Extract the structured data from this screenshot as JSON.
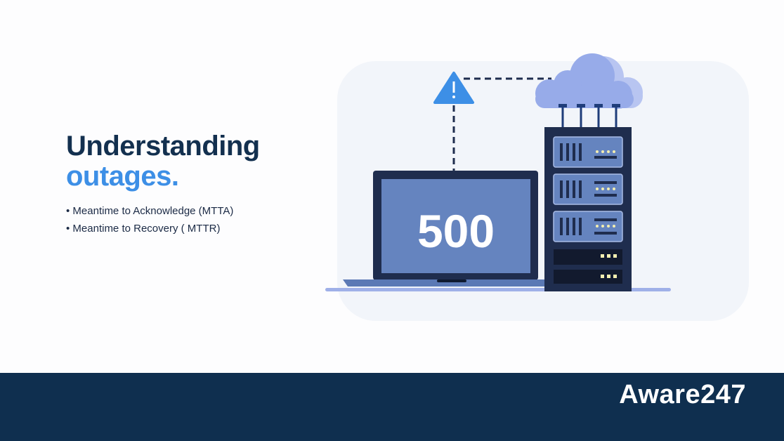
{
  "heading": {
    "line1": "Understanding",
    "line2": "outages."
  },
  "bullets": [
    "• Meantime to Acknowledge (MTTA)",
    "• Meantime to Recovery ( MTTR)"
  ],
  "illustration": {
    "error_code": "500",
    "icons": [
      "warning-icon",
      "cloud-icon",
      "laptop-icon",
      "server-rack-icon"
    ]
  },
  "footer": {
    "logo": "Aware247"
  },
  "colors": {
    "navy": "#0f2f4f",
    "accent": "#3d8fe6",
    "panel": "#f2f5fa"
  }
}
